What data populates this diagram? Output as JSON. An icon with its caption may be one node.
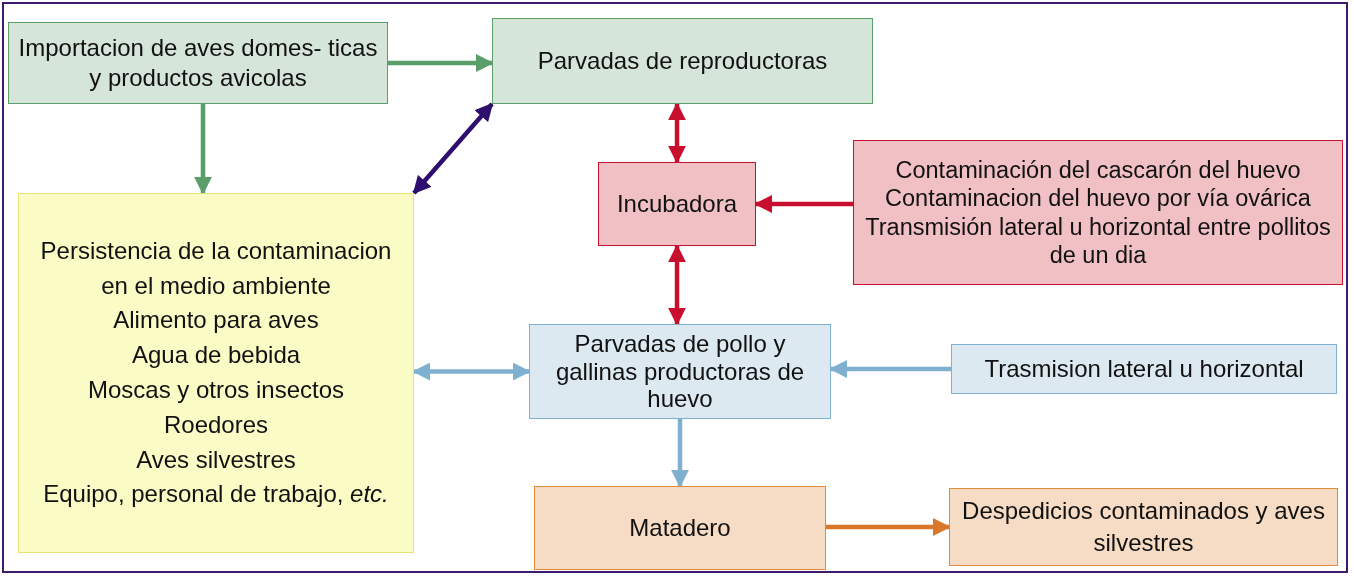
{
  "diagram": {
    "nodes": [
      {
        "text": [
          "Importacion de aves domes- ticas y productos avicolas"
        ]
      },
      {
        "text": [
          "Parvadas de reproductoras"
        ]
      },
      {
        "text": [
          "Persistencia de la contaminacion en el medio ambiente",
          "Alimento para aves",
          "Agua de bebida",
          "Moscas y otros insectos",
          "Roedores",
          "Aves silvestres",
          "Equipo, personal de trabajo, *etc.*"
        ]
      },
      {
        "text": [
          "Incubadora"
        ]
      },
      {
        "text": [
          "Contaminación del cascarón del huevo",
          "Contaminacion del huevo por vía ovárica",
          "Transmisión lateral u horizontal entre pollitos de un dia"
        ]
      },
      {
        "text": [
          "Parvadas de pollo y gallinas productoras de huevo"
        ]
      },
      {
        "text": [
          "Trasmision lateral u horizontal"
        ]
      },
      {
        "text": [
          "Matadero"
        ]
      },
      {
        "text": [
          "Despedicios contaminados y aves silvestres"
        ]
      }
    ],
    "edges": [
      {
        "from": 0,
        "to": 1,
        "arrow": "to",
        "color": "#5a9e6a"
      },
      {
        "from": 0,
        "to": 2,
        "arrow": "to",
        "color": "#5a9e6a"
      },
      {
        "from": 2,
        "to": 1,
        "arrow": "both",
        "color": "#2e0f6e"
      },
      {
        "from": 1,
        "to": 3,
        "arrow": "both",
        "color": "#c8102e"
      },
      {
        "from": 4,
        "to": 3,
        "arrow": "to",
        "color": "#c8102e"
      },
      {
        "from": 3,
        "to": 5,
        "arrow": "both",
        "color": "#c8102e"
      },
      {
        "from": 2,
        "to": 5,
        "arrow": "both",
        "color": "#7fb0d0"
      },
      {
        "from": 6,
        "to": 5,
        "arrow": "to",
        "color": "#7fb0d0"
      },
      {
        "from": 5,
        "to": 7,
        "arrow": "to",
        "color": "#7fb0d0"
      },
      {
        "from": 7,
        "to": 8,
        "arrow": "to",
        "color": "#d9782a"
      }
    ]
  }
}
